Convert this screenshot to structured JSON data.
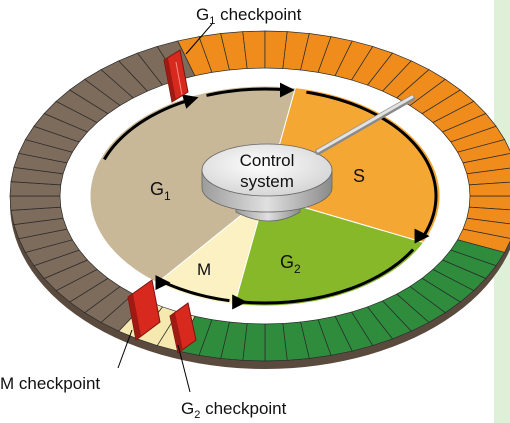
{
  "labels": {
    "g1_checkpoint": "G",
    "g1_checkpoint_sub": "1",
    "g1_checkpoint_rest": " checkpoint",
    "m_checkpoint": "M checkpoint",
    "g2_checkpoint": "G",
    "g2_checkpoint_sub": "2",
    "g2_checkpoint_rest": " checkpoint",
    "control_line1": "Control",
    "control_line2": "system",
    "phase_g1": "G",
    "phase_g1_sub": "1",
    "phase_s": "S",
    "phase_g2": "G",
    "phase_g2_sub": "2",
    "phase_m": "M"
  },
  "colors": {
    "background": "#ffffff",
    "right_border": "#dff0d8",
    "g1": "#c8b898",
    "s": "#f5a733",
    "g2": "#86b82a",
    "m": "#fbf1c2",
    "ring_g1": "#7d6b5c",
    "ring_s": "#ef8c1c",
    "ring_g2": "#2e8c3c",
    "ring_m": "#f6e9b0",
    "ring_side": "#5a4a3e",
    "checkpoint": "#d8291e",
    "hub": "#e6e6e6",
    "arrow": "#000000"
  }
}
